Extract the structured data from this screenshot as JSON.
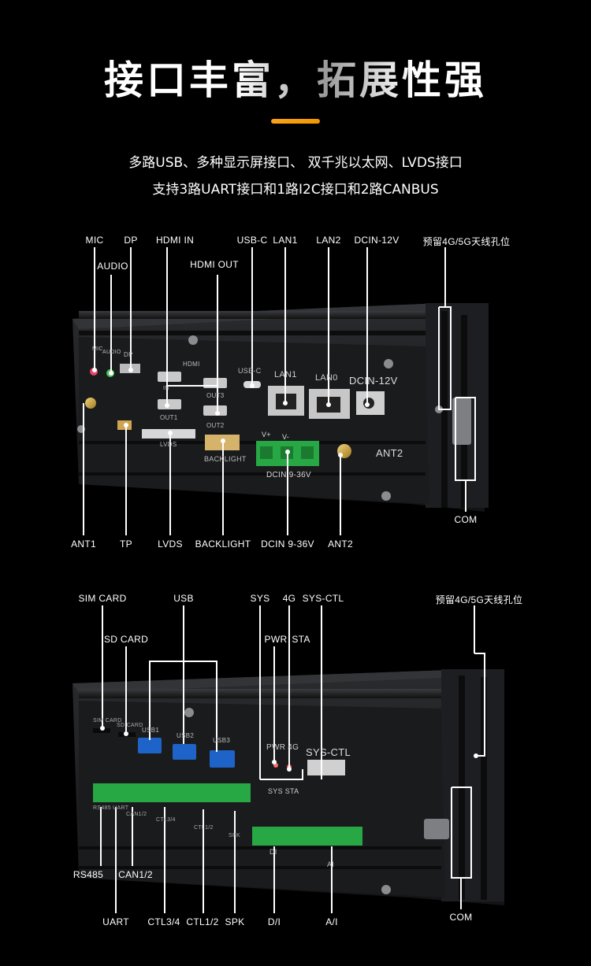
{
  "header": {
    "title": "接口丰富，拓展性强",
    "subtitle_line1": "多路USB、多种显示屏接口、 双千兆以太网、LVDS接口",
    "subtitle_line2": "支持3路UART接口和1路I2C接口和2路CANBUS"
  },
  "colors": {
    "accent": "#f39800",
    "background": "#000000",
    "chassis": "#1c1d1f",
    "terminal": "#27a844",
    "usb3": "#1e63c8"
  },
  "top_device": {
    "labels": {
      "mic": "MIC",
      "dp": "DP",
      "audio": "AUDIO",
      "hdmi_in": "HDMI IN",
      "hdmi_out": "HDMI OUT",
      "usb_c": "USB-C",
      "lan1": "LAN1",
      "lan2": "LAN2",
      "dcin_12v": "DCIN-12V",
      "reserved_antenna": "预留4G/5G天线孔位",
      "com": "COM",
      "ant1": "ANT1",
      "tp": "TP",
      "lvds": "LVDS",
      "backlight": "BACKLIGHT",
      "dcin_9_36v": "DCIN 9-36V",
      "ant2": "ANT2"
    },
    "silkscreen": {
      "mic": "MIC",
      "audio": "AUDIO",
      "dp": "DP",
      "hdmi": "HDMI",
      "in": "IN",
      "out1": "OUT1",
      "out3": "OUT3",
      "out2": "OUT2",
      "usb_c": "USB-C",
      "lan1": "LAN1",
      "lan0": "LAN0",
      "dcin": "DCIN-12V",
      "ant2": "ANT2",
      "lvds": "LVDS",
      "backlight": "BACKLIGHT",
      "dcin_range": "DCIN 9-36V",
      "v_plus": "V+",
      "v_minus": "V-"
    }
  },
  "bottom_device": {
    "labels": {
      "sim_card": "SIM CARD",
      "usb": "USB",
      "sys": "SYS",
      "g4": "4G",
      "sys_ctl": "SYS-CTL",
      "reserved_antenna": "预留4G/5G天线孔位",
      "sd_card": "SD CARD",
      "pwr": "PWR",
      "sta": "STA",
      "rs485": "RS485",
      "can12": "CAN1/2",
      "com": "COM",
      "uart": "UART",
      "ctl34": "CTL3/4",
      "ctl12": "CTL1/2",
      "spk": "SPK",
      "di": "D/I",
      "ai": "A/I"
    },
    "silkscreen": {
      "sim": "SIM CARD",
      "sd": "SD CARD",
      "usb1": "USB1",
      "usb2": "USB2",
      "usb3": "USB3",
      "pwr_4g": "PWR 4G",
      "sys_ctl": "SYS-CTL",
      "sys_sta": "SYS STA",
      "rs485_uart": "RS485 UART",
      "can12": "CAN1/2",
      "ctl34": "CTL3/4",
      "ctl12": "CTL1/2",
      "spk": "SPK",
      "di": "DI",
      "ai": "AI"
    }
  }
}
